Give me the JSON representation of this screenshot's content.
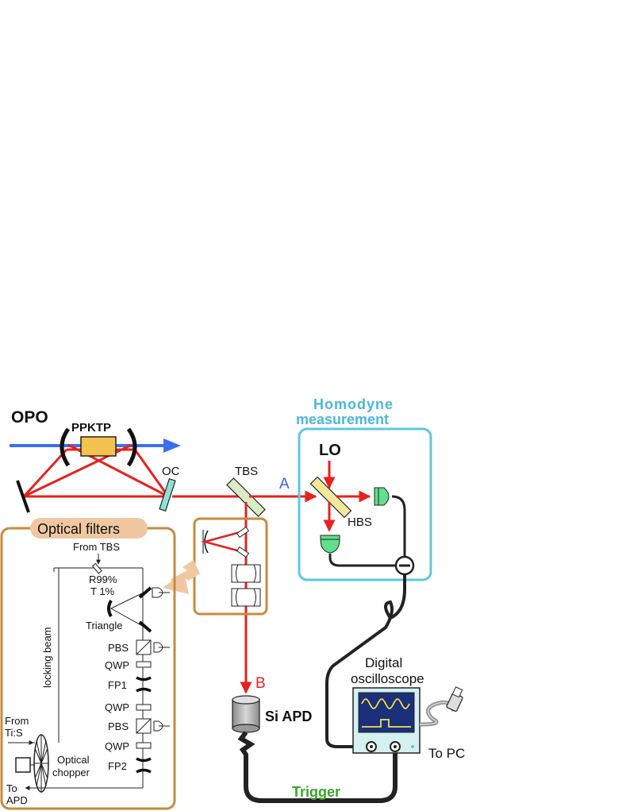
{
  "labels": {
    "opo": "OPO",
    "ppktp": "PPKTP",
    "oc": "OC",
    "tbs": "TBS",
    "path_a": "A",
    "path_b": "B",
    "homodyne_line1": "Homodyne",
    "homodyne_line2": "measurement",
    "lo": "LO",
    "hbs": "HBS",
    "optical_filters": "Optical filters",
    "from_tbs": "From TBS",
    "r99": "R99%",
    "t1": "T  1%",
    "triangle": "Triangle",
    "pbs1": "PBS",
    "qwp1": "QWP",
    "fp1": "FP1",
    "qwp2": "QWP",
    "pbs2": "PBS",
    "qwp3": "QWP",
    "fp2": "FP2",
    "locking_beam": "locking beam",
    "from_tis_line1": "From",
    "from_tis_line2": "Ti:S",
    "optical_chopper_line1": "Optical",
    "optical_chopper_line2": "chopper",
    "to_apd_line1": "To",
    "to_apd_line2": "APD",
    "si_apd": "Si APD",
    "digital_line1": "Digital",
    "oscilloscope_line2": "oscilloscope",
    "to_pc": "To PC",
    "trigger": "Trigger"
  },
  "colors": {
    "beam_red": "#e8211e",
    "pump_blue": "#3c6ff0",
    "homodyne_box": "#5cc8e0",
    "filters_box": "#c98a3e",
    "filters_tag": "#efc8a2",
    "label_a": "#3a5fe0",
    "label_b": "#e8211e",
    "label_homodyne": "#4ab8d6",
    "label_trigger": "#3aa62a",
    "crystal": "#f3c24f",
    "tbs_glass": "#d9ecc5",
    "oc_glass": "#8fe0d8",
    "hbs_glass": "#f4e79a",
    "detector_green": "#5fe08a",
    "scope_body": "#d4f1f0",
    "scope_screen": "#1c2f7a",
    "scope_trace": "#f1e34a"
  }
}
